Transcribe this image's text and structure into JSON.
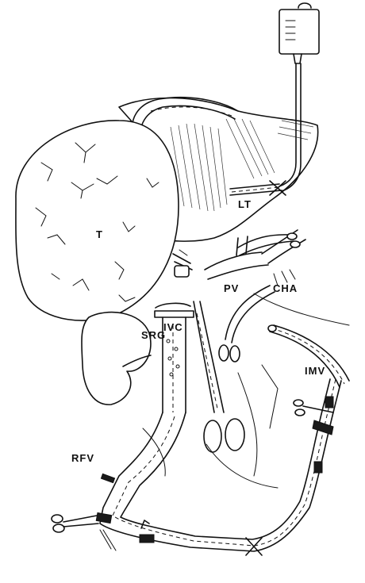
{
  "labels": {
    "tumor": "T",
    "lt": "LT",
    "pv": "PV",
    "cha": "CHA",
    "srg": "SRG",
    "ivc": "IVC",
    "imv": "IMV",
    "rfv": "RFV"
  }
}
